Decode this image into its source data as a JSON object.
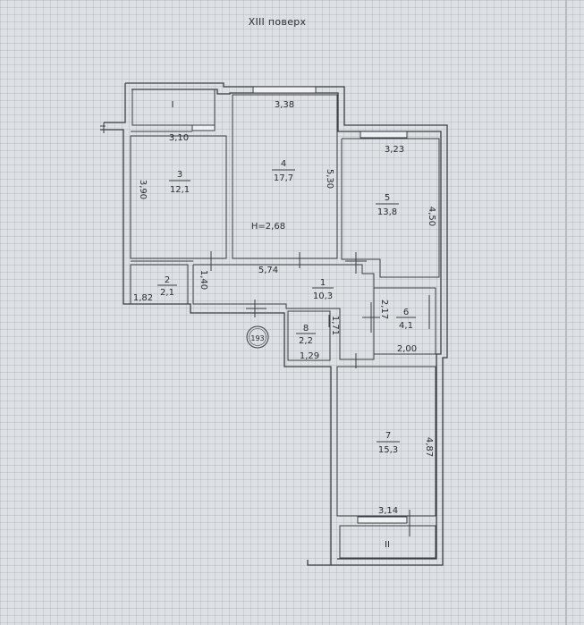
{
  "title": "XIII поверх",
  "ceiling_height": "H=2,68",
  "stamp": "193",
  "balconies": {
    "b1": "I",
    "b2": "II"
  },
  "rooms": [
    {
      "id": "r1",
      "number": "1",
      "area": "10,3"
    },
    {
      "id": "r2",
      "number": "2",
      "area": "2,1"
    },
    {
      "id": "r3",
      "number": "3",
      "area": "12,1"
    },
    {
      "id": "r4",
      "number": "4",
      "area": "17,7"
    },
    {
      "id": "r5",
      "number": "5",
      "area": "13,8"
    },
    {
      "id": "r6",
      "number": "6",
      "area": "4,1"
    },
    {
      "id": "r7",
      "number": "7",
      "area": "15,3"
    },
    {
      "id": "r8",
      "number": "8",
      "area": "2,2"
    }
  ],
  "dimensions": {
    "d_3_38": "3,38",
    "d_3_10": "3,10",
    "d_3_90": "3,90",
    "d_5_30": "5,30",
    "d_3_23": "3,23",
    "d_4_50": "4,50",
    "d_5_74": "5,74",
    "d_1_40": "1,40",
    "d_1_82": "1,82",
    "d_2_17": "2,17",
    "d_1_71": "1,71",
    "d_1_29": "1,29",
    "d_2_00": "2,00",
    "d_4_87": "4,87",
    "d_3_14": "3,14"
  }
}
